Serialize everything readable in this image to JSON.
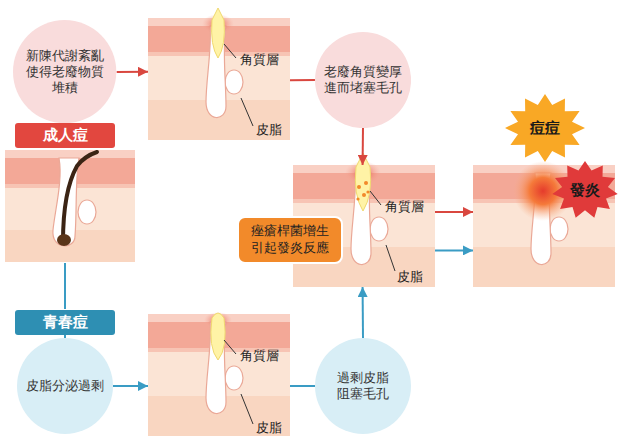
{
  "diagram": {
    "nodes": [
      {
        "text": [
          "新陳代謝紊亂 使得老廢物質 堆積"
        ]
      },
      {
        "text": [
          "成人痘"
        ]
      },
      {
        "text": [
          "角質層",
          "皮脂"
        ]
      },
      {
        "text": [
          "老廢角質變厚 進而堵塞毛孔"
        ]
      },
      {
        "text": [
          "角質層",
          "皮脂"
        ]
      },
      {
        "text": [
          "痤瘡桿菌增生 引起發炎反應"
        ]
      },
      {
        "text": [
          "痘痘",
          "發炎"
        ]
      },
      {
        "text": [
          "青春痘"
        ]
      },
      {
        "text": [
          "皮脂分泌過剩"
        ]
      },
      {
        "text": [
          "角質層",
          "皮脂"
        ]
      },
      {
        "text": [
          "過剩皮脂 阻塞毛孔"
        ]
      }
    ],
    "edges": [
      {
        "from": 0,
        "to": 2,
        "arrow": "to"
      },
      {
        "from": 2,
        "to": 3,
        "arrow": "none"
      },
      {
        "from": 3,
        "to": 4,
        "arrow": "to"
      },
      {
        "from": 4,
        "to": 6,
        "arrow": "to"
      },
      {
        "from": 4,
        "to": 6,
        "arrow": "to"
      },
      {
        "from": 0,
        "to": 1,
        "arrow": "none"
      },
      {
        "from": 7,
        "to": 8,
        "arrow": "none"
      },
      {
        "from": 8,
        "to": 9,
        "arrow": "to"
      },
      {
        "from": 9,
        "to": 10,
        "arrow": "none"
      },
      {
        "from": 10,
        "to": 4,
        "arrow": "to"
      }
    ]
  }
}
